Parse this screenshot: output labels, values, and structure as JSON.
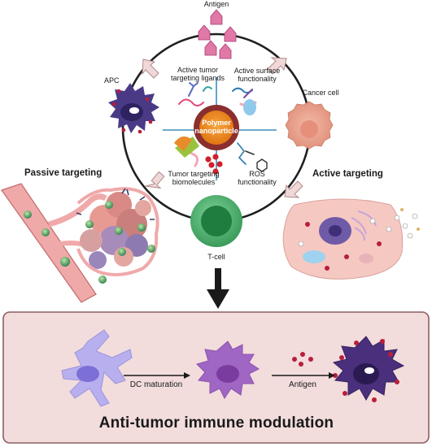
{
  "labels": {
    "antigen_top": "Antigen",
    "apc": "APC",
    "cancer_cell": "Cancer cell",
    "t_cell": "T-cell",
    "polymer_nanoparticle": "Polymer\nnanoparticle",
    "active_ligands": "Active tumor\ntargeting ligands",
    "active_surface": "Active surface\nfunctionality",
    "tumor_biomolecules": "Tumor targeting\nbiomolecules",
    "ros": "ROS\nfunctionality",
    "passive_targeting": "Passive targeting",
    "active_targeting": "Active targeting",
    "dc_maturation": "DC maturation",
    "antigen_bottom": "Antigen",
    "panel_title": "Anti-tumor immune modulation"
  },
  "colors": {
    "panel_bg": "#f2dcdc",
    "panel_border": "#8a6060",
    "arrow_fill": "#f0d8d8",
    "arrow_stroke": "#b08a8a",
    "core": "#f08a1c",
    "ring": "#8b2e2e",
    "apc": "#4a3a86",
    "cancer": "#e8a08a",
    "tcell": "#4caf6c",
    "antigen": "#e079a8",
    "vessel": "#f0a9a9",
    "immature_dc": "#b8b0ee",
    "mature_dc": "#a066c4",
    "activated_dc": "#4a2f7c",
    "dots": "#b81e3a"
  },
  "icons": [
    "antigen-icon",
    "apc-cell-icon",
    "cancer-cell-icon",
    "t-cell-icon",
    "nanoparticle-icon",
    "blood-vessel-icon",
    "tumor-mass-icon",
    "cell-organelles-icon",
    "dendritic-cell-icon",
    "down-arrow-icon",
    "right-arrow-icon"
  ]
}
